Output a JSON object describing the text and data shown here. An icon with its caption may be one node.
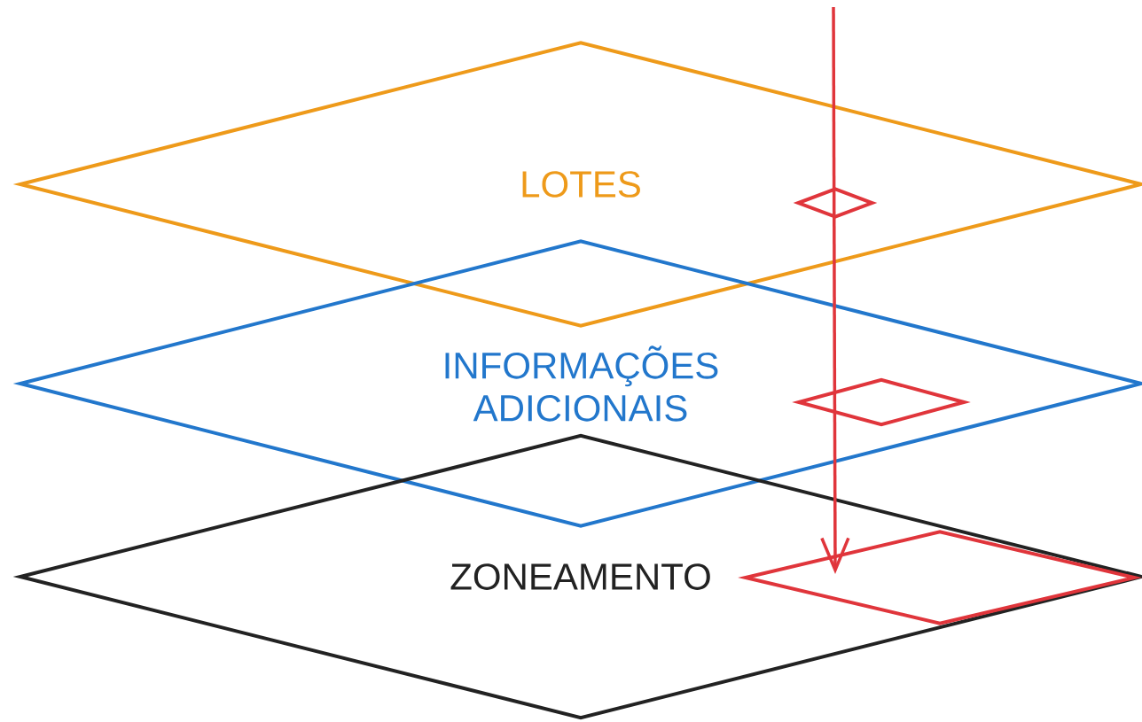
{
  "diagram": {
    "nodes": [
      {
        "text": [
          "LOTES"
        ]
      },
      {
        "text": [],
        "shape": "diamond",
        "in": 0
      },
      {
        "text": [
          "INFORMAÇÕES ADICIONAIS"
        ]
      },
      {
        "text": [],
        "shape": "diamond",
        "in": 2
      },
      {
        "text": [
          "ZONEAMENTO"
        ]
      },
      {
        "text": [],
        "shape": "diamond",
        "in": 4
      }
    ],
    "edges": [
      {
        "from": null,
        "to": 5,
        "arrow": "to",
        "color": "#e0353b"
      }
    ]
  }
}
